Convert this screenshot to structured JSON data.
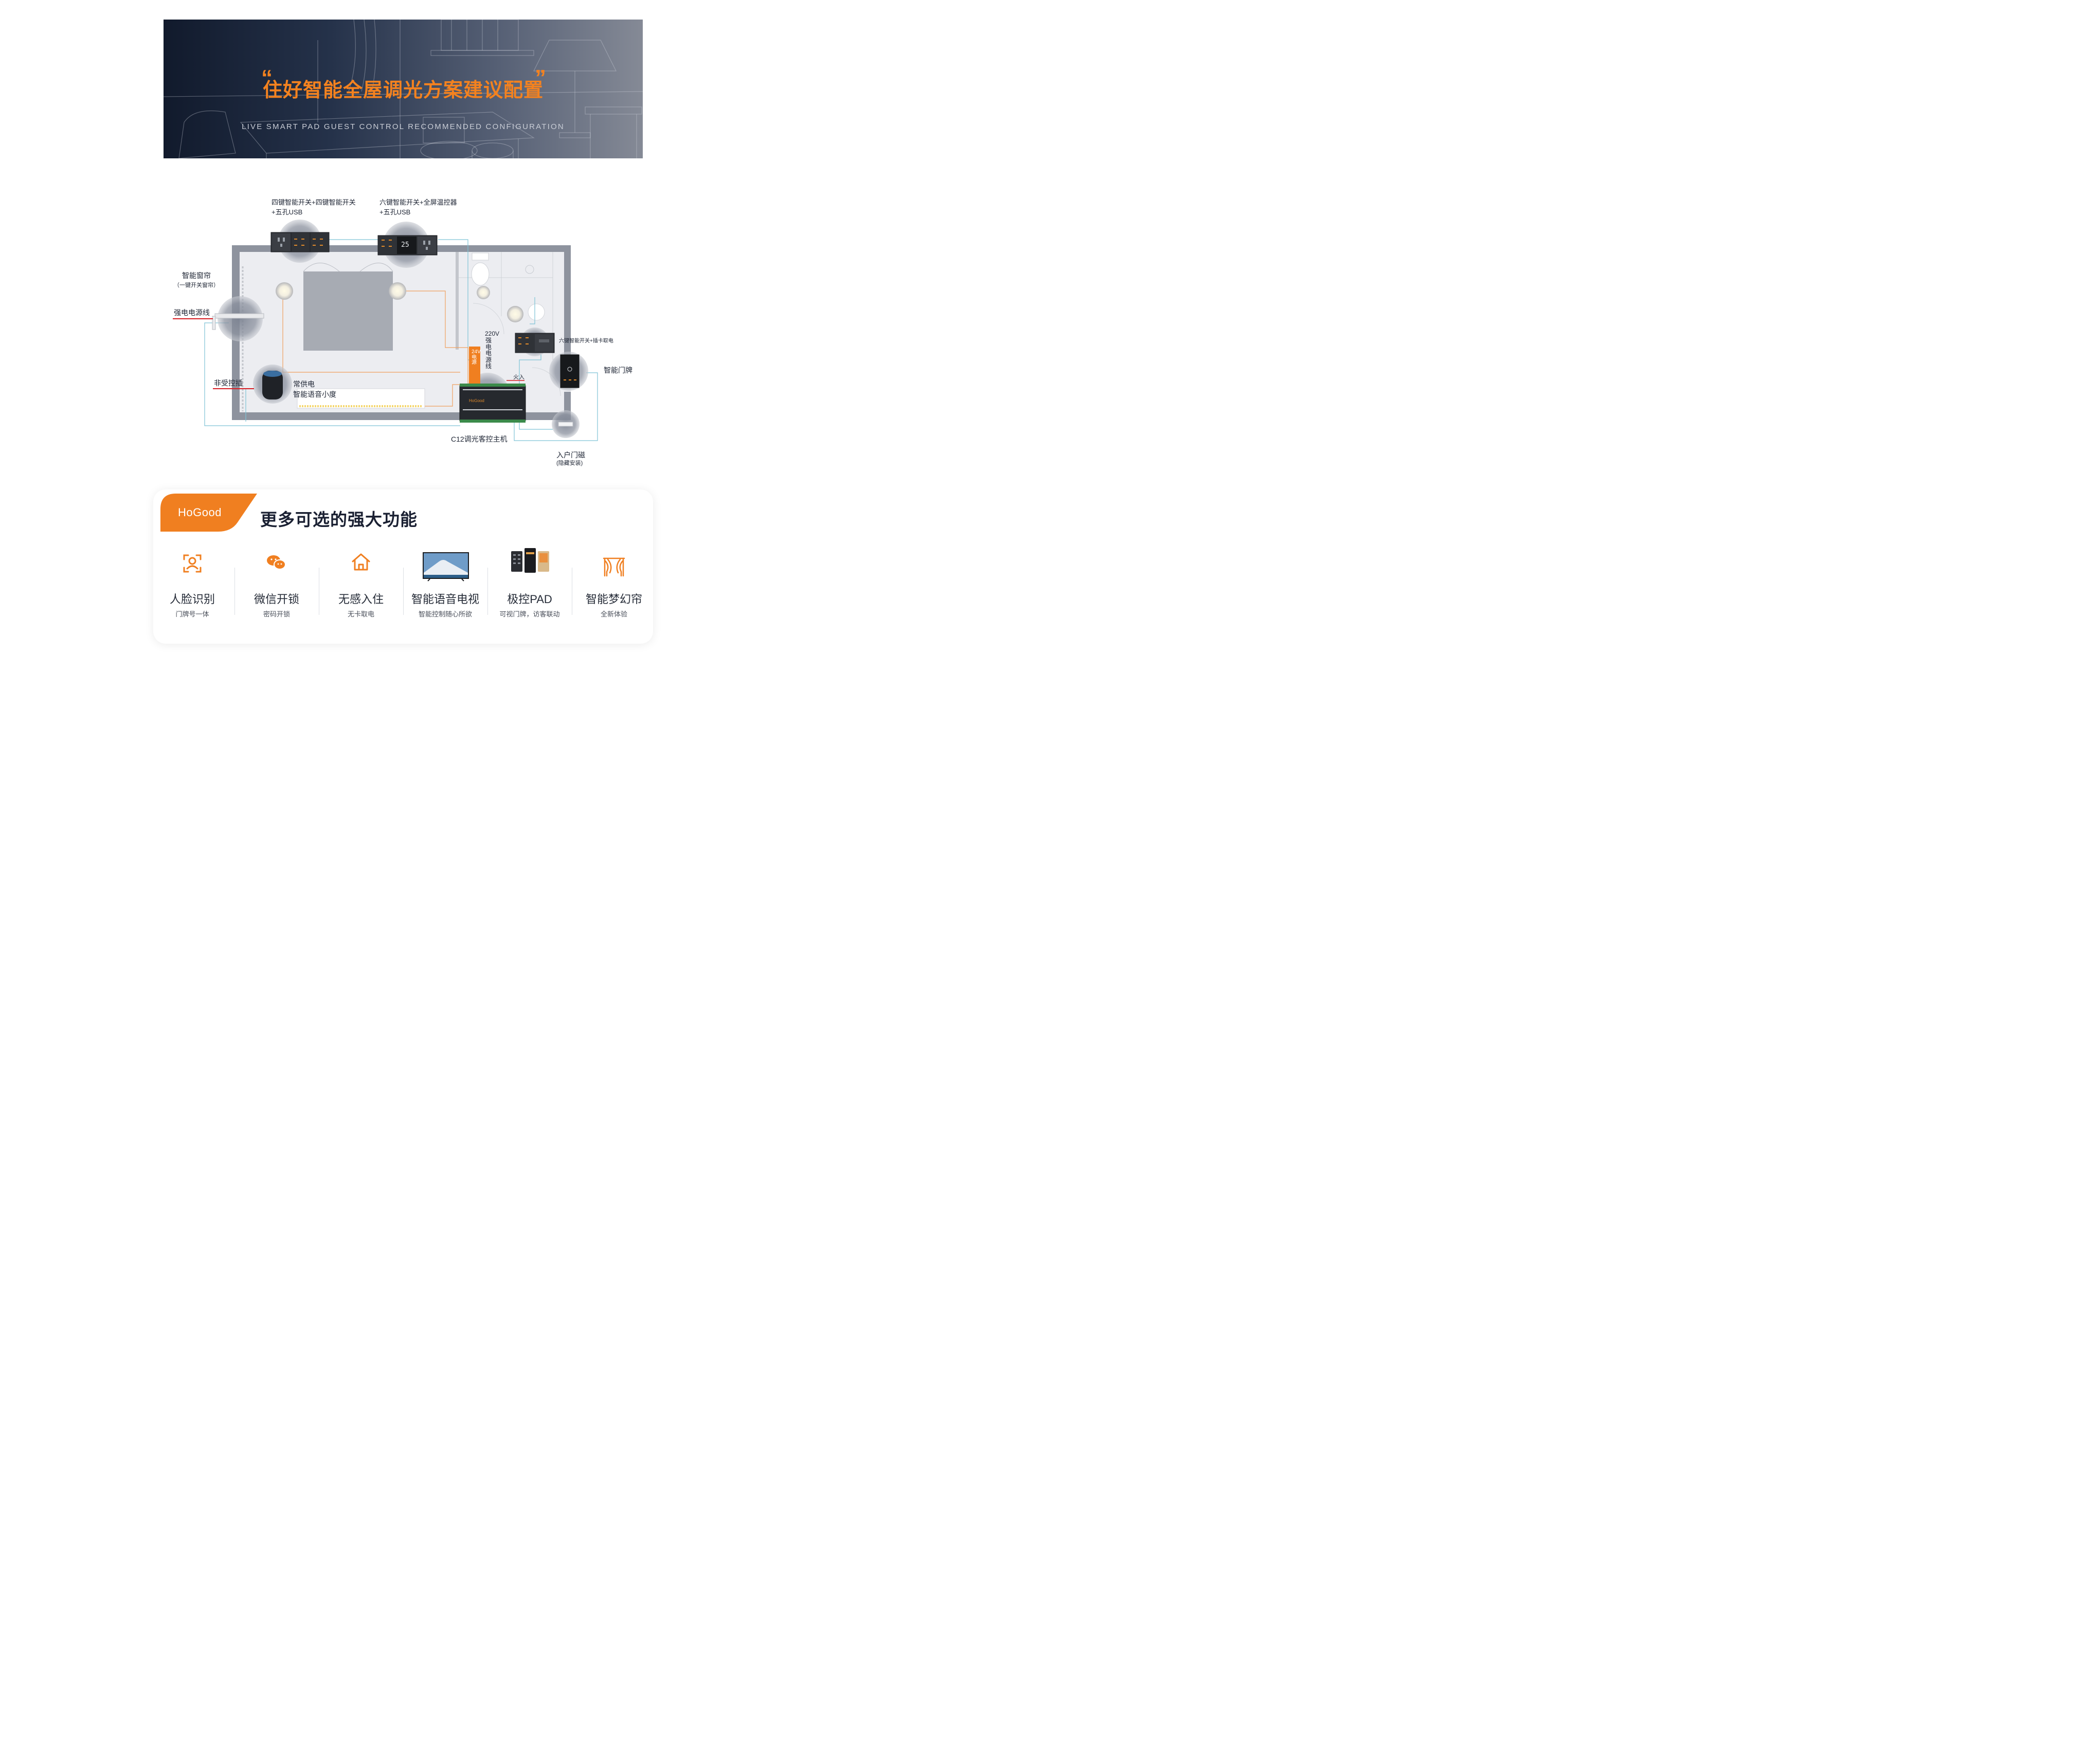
{
  "banner": {
    "title": "住好智能全屋调光方案建议配置",
    "subtitle": "LIVE SMART PAD GUEST CONTROL RECOMMENDED CONFIGURATION",
    "open_quote": "“",
    "close_quote": "”"
  },
  "diagram": {
    "top_left_switch": {
      "line1": "四键智能开关+四键智能开关",
      "line2": "+五孔USB"
    },
    "top_right_switch": {
      "line1": "六键智能开关+全屏温控器",
      "line2": "+五孔USB",
      "thermostat_reading": "25"
    },
    "curtain": {
      "label": "智能窗帘",
      "sublabel": "（一键开关窗帘）"
    },
    "power_line": "强电电源线",
    "non_controlled_socket": "非受控插",
    "speaker": {
      "line1": "常供电",
      "line2": "智能语音小度"
    },
    "voltage": {
      "label": "220V",
      "vertical": "强电电源线"
    },
    "power_supply_box": "24V电源",
    "live_wire": "火入",
    "card_switch": "六键智能开关+插卡取电",
    "doorplate": "智能门牌",
    "host": "C12调光客控主机",
    "host_brand": "HoGood",
    "door_sensor": {
      "label": "入户门磁",
      "sublabel": "(隐藏安装)"
    }
  },
  "features": {
    "brand": "HoGood",
    "title": "更多可选的强大功能",
    "items": [
      {
        "name": "人脸识别",
        "sub": "门牌号一体",
        "icon": "face-recognition-icon"
      },
      {
        "name": "微信开锁",
        "sub": "密码开锁",
        "icon": "wechat-icon"
      },
      {
        "name": "无感入住",
        "sub": "无卡取电",
        "icon": "home-icon"
      },
      {
        "name": "智能语音电视",
        "sub": "智能控制随心所欲",
        "icon": "tv-icon"
      },
      {
        "name": "极控PAD",
        "sub": "可视门牌，访客联动",
        "icon": "control-pad-icon"
      },
      {
        "name": "智能梦幻帘",
        "sub": "全新体验",
        "icon": "curtain-icon"
      }
    ]
  },
  "colors": {
    "accent": "#f4821f",
    "redline": "#d71e25",
    "wire_blue": "#7fc3d6",
    "wire_orange": "#f0a160"
  }
}
